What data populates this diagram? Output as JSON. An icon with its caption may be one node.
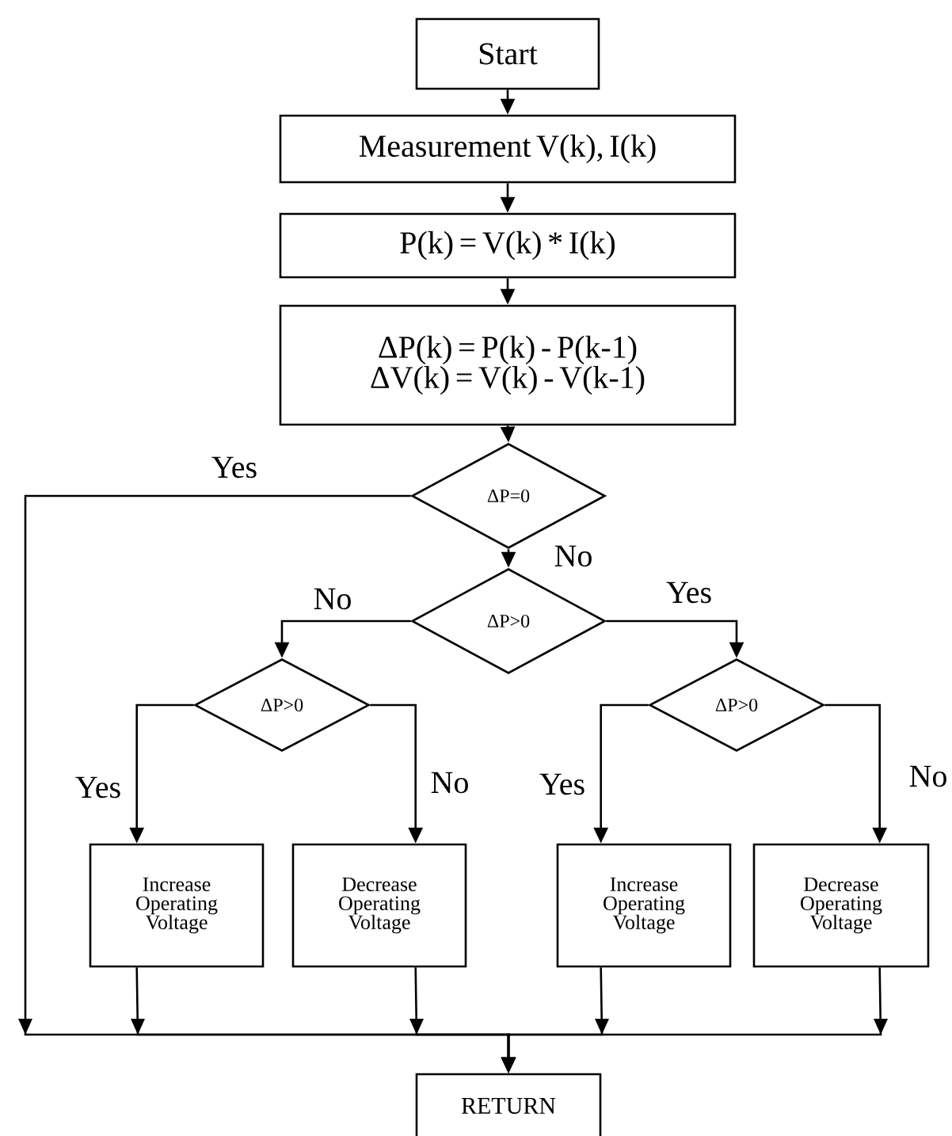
{
  "diagram": {
    "nodes": [
      {
        "text": [
          "Start"
        ]
      },
      {
        "text": [
          "Measurement V(k), I(k)"
        ]
      },
      {
        "text": [
          "P(k) = V(k) * I(k)"
        ]
      },
      {
        "text": [
          "ΔP(k) = P(k) - P(k-1)",
          "ΔV(k) = V(k) - V(k-1)"
        ]
      },
      {
        "text": [
          "ΔP=0"
        ]
      },
      {
        "text": [
          "ΔP>0"
        ]
      },
      {
        "text": [
          "ΔP>0"
        ]
      },
      {
        "text": [
          "ΔP>0"
        ]
      },
      {
        "text": [
          "Increase Operating Voltage"
        ]
      },
      {
        "text": [
          "Decrease Operating Voltage"
        ]
      },
      {
        "text": [
          "Increase Operating Voltage"
        ]
      },
      {
        "text": [
          "Decrease Operating Voltage"
        ]
      },
      {
        "text": [
          "RETURN"
        ]
      }
    ],
    "edges": [
      {
        "from": 0,
        "to": 1,
        "arrow": "to"
      },
      {
        "from": 1,
        "to": 2,
        "arrow": "to"
      },
      {
        "from": 2,
        "to": 3,
        "arrow": "to"
      },
      {
        "from": 3,
        "to": 4,
        "arrow": "to"
      },
      {
        "from": 4,
        "to": 12,
        "arrow": "to",
        "label": "Yes"
      },
      {
        "from": 4,
        "to": 5,
        "arrow": "to",
        "label": "No"
      },
      {
        "from": 5,
        "to": 6,
        "arrow": "to",
        "label": "No"
      },
      {
        "from": 5,
        "to": 7,
        "arrow": "to",
        "label": "Yes"
      },
      {
        "from": 6,
        "to": 8,
        "arrow": "to",
        "label": "Yes"
      },
      {
        "from": 6,
        "to": 9,
        "arrow": "to",
        "label": "No"
      },
      {
        "from": 7,
        "to": 10,
        "arrow": "to",
        "label": "Yes"
      },
      {
        "from": 7,
        "to": 11,
        "arrow": "to",
        "label": "No"
      },
      {
        "from": 8,
        "to": 12,
        "arrow": "to"
      },
      {
        "from": 9,
        "to": 12,
        "arrow": "to"
      },
      {
        "from": 10,
        "to": 12,
        "arrow": "to"
      },
      {
        "from": 11,
        "to": 12,
        "arrow": "to"
      }
    ]
  }
}
